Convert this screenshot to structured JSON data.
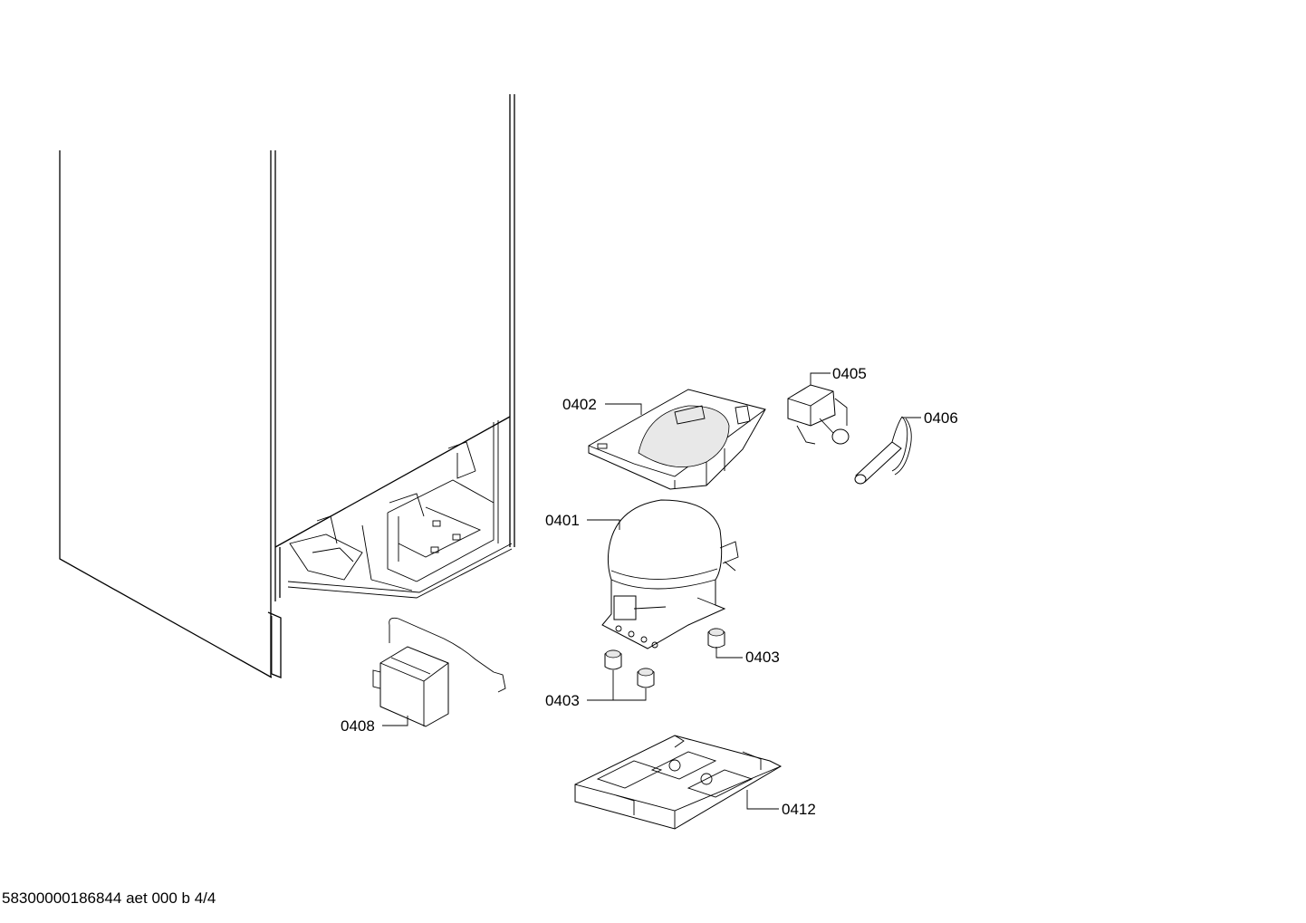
{
  "diagram": {
    "labels": {
      "compressor": "0401",
      "compressor_cover": "0402",
      "damper_right": "0403",
      "damper_left": "0403",
      "relay": "0405",
      "sensor": "0406",
      "electronics_box": "0408",
      "base_plate": "0412"
    },
    "footer": "58300000186844 aet 000 b 4/4"
  }
}
